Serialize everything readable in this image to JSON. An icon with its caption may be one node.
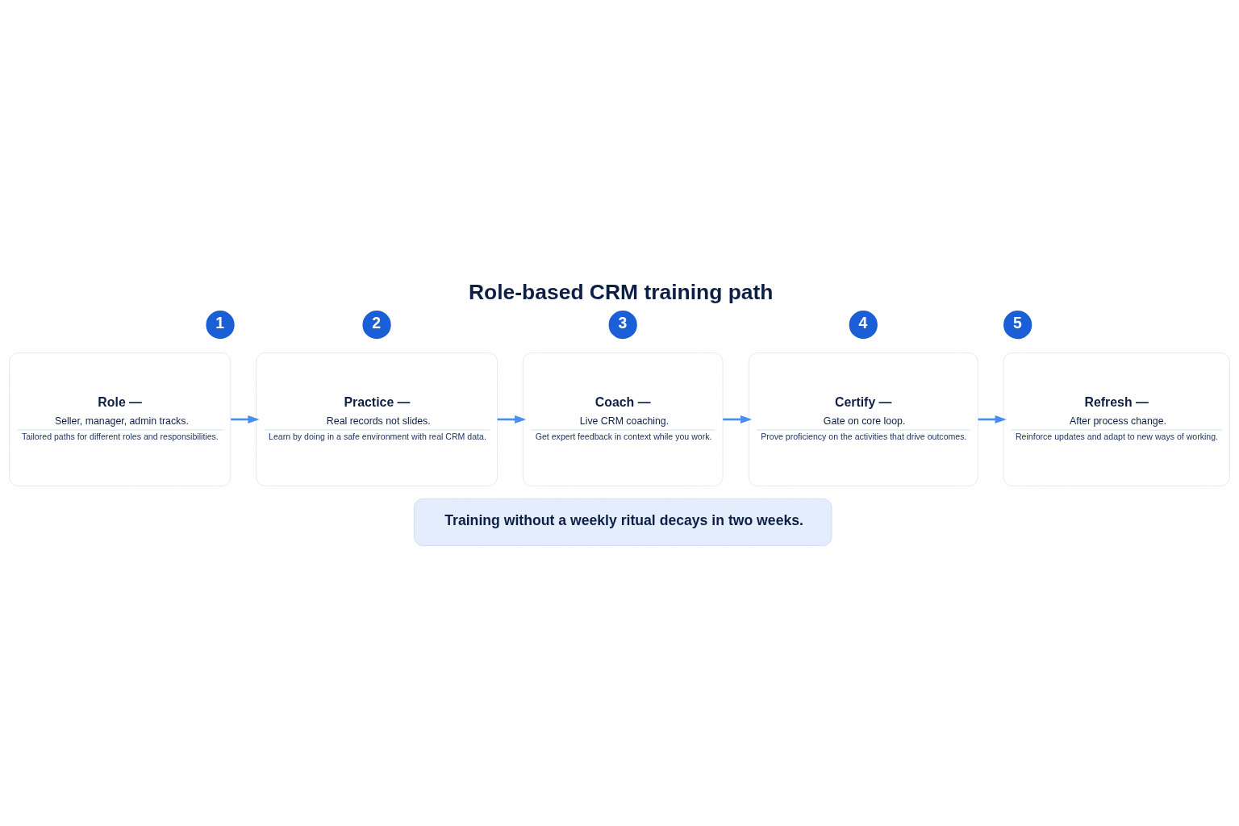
{
  "diagram": {
    "title": "Role-based CRM training path",
    "nodes": [
      {
        "text": [
          "1"
        ]
      },
      {
        "text": [
          "Role —",
          "Seller, manager, admin tracks.",
          "Tailored paths for different roles and responsibilities."
        ]
      },
      {
        "text": [
          "2"
        ]
      },
      {
        "text": [
          "Practice —",
          "Real records not slides.",
          "Learn by doing in a safe environment with real CRM data."
        ]
      },
      {
        "text": [
          "3"
        ]
      },
      {
        "text": [
          "Coach —",
          "Live CRM coaching.",
          "Get expert feedback in context while you work."
        ]
      },
      {
        "text": [
          "4"
        ]
      },
      {
        "text": [
          "Certify —",
          "Gate on core loop.",
          "Prove proficiency on the activities that drive outcomes."
        ]
      },
      {
        "text": [
          "5"
        ]
      },
      {
        "text": [
          "Refresh —",
          "After process change.",
          "Reinforce updates and adapt to new ways of working."
        ]
      },
      {
        "text": [
          "Training without a weekly ritual decays in two weeks."
        ]
      }
    ],
    "edges": [
      {
        "from": 1,
        "to": 3,
        "arrow": "to"
      },
      {
        "from": 3,
        "to": 5,
        "arrow": "to"
      },
      {
        "from": 5,
        "to": 7,
        "arrow": "to"
      },
      {
        "from": 7,
        "to": 9,
        "arrow": "to"
      }
    ]
  }
}
